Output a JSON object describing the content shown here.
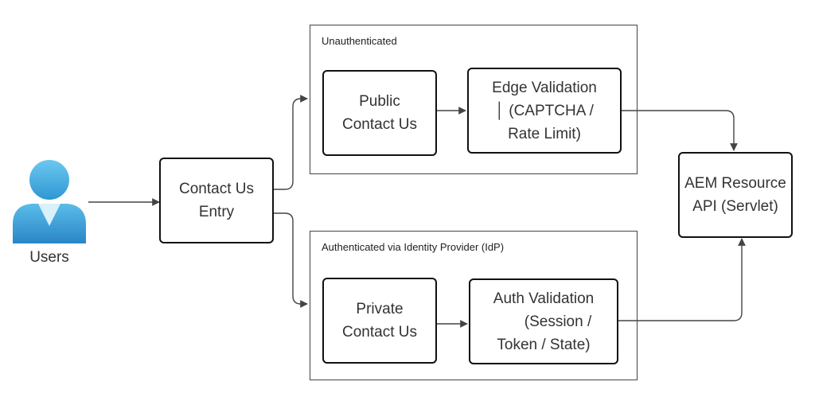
{
  "actor": {
    "label": "Users",
    "icon": "user-icon"
  },
  "nodes": {
    "entry": {
      "lines": [
        "Contact Us",
        "Entry"
      ]
    },
    "public": {
      "lines": [
        "Public",
        "Contact Us"
      ]
    },
    "edge_validation": {
      "lines": [
        "Edge Validation",
        "│  (CAPTCHA /",
        "Rate Limit)"
      ]
    },
    "private": {
      "lines": [
        "Private",
        "Contact Us"
      ]
    },
    "auth_validation": {
      "lines": [
        "Auth Validation",
        "(Session /",
        "Token / State)"
      ]
    },
    "aem": {
      "lines": [
        "AEM Resource",
        "API (Servlet)"
      ]
    }
  },
  "groups": {
    "unauth": {
      "label": "Unauthenticated"
    },
    "auth": {
      "label": "Authenticated via Identity Provider (IdP)"
    }
  },
  "colors": {
    "icon_light": "#6cc8ef",
    "icon_mid": "#3aa3dc",
    "icon_dark": "#2588c8",
    "collar": "#d8f1fb",
    "line": "#444444"
  }
}
